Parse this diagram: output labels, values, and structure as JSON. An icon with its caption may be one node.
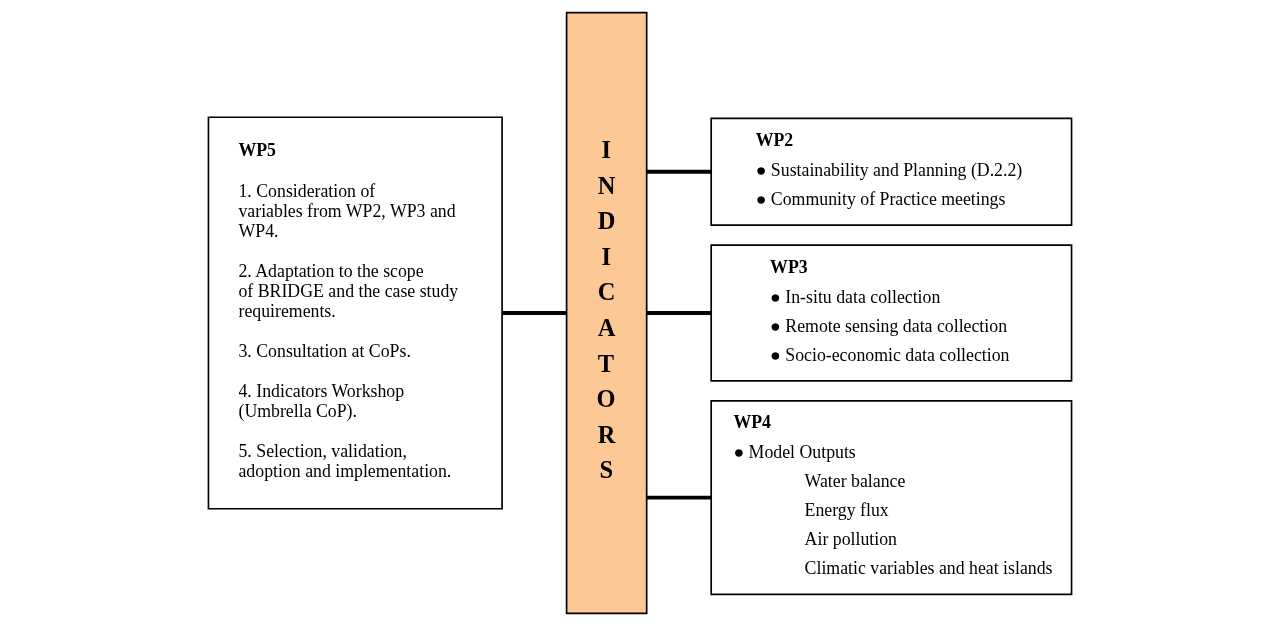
{
  "diagram": {
    "nodes": [
      {
        "text": [
          "WP5",
          "1. Consideration of variables from WP2, WP3 and WP4.",
          "2. Adaptation to the scope of BRIDGE and the case study requirements.",
          "3. Consultation at CoPs.",
          "4. Indicators Workshop (Umbrella CoP).",
          "5. Selection, validation, adoption and implementation."
        ]
      },
      {
        "text": [
          "I N D I C A T O R S"
        ]
      },
      {
        "text": [
          "WP2",
          "● Sustainability and Planning (D.2.2)",
          "● Community of Practice meetings"
        ]
      },
      {
        "text": [
          "WP3",
          "● In-situ data collection",
          "● Remote sensing data collection",
          "● Socio-economic data collection"
        ]
      },
      {
        "text": [
          "WP4",
          "● Model Outputs",
          "Water balance",
          "Energy flux",
          "Air pollution",
          "Climatic variables and heat islands"
        ]
      }
    ],
    "edges": [
      {
        "from": 0,
        "to": 1,
        "arrow": "none"
      },
      {
        "from": 1,
        "to": 2,
        "arrow": "none"
      },
      {
        "from": 1,
        "to": 3,
        "arrow": "none"
      },
      {
        "from": 1,
        "to": 4,
        "arrow": "none"
      }
    ]
  }
}
